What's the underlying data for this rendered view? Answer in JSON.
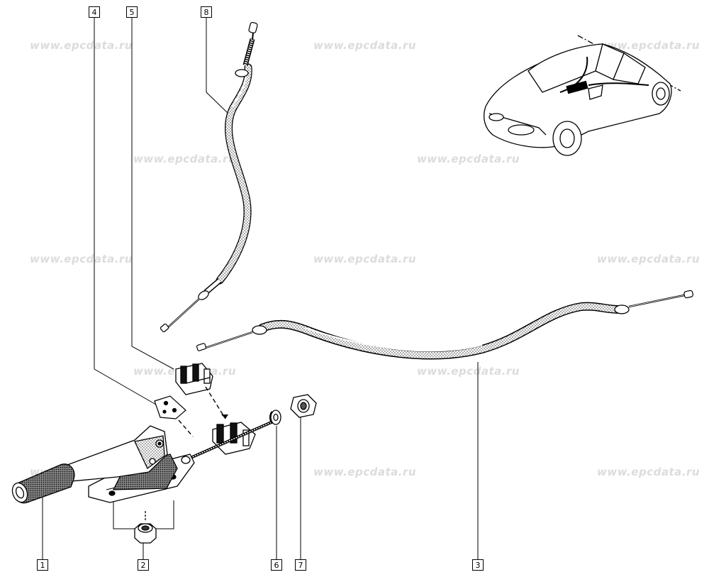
{
  "watermark": "www.epcdata.ru",
  "callouts": [
    {
      "label": "1"
    },
    {
      "label": "2"
    },
    {
      "label": "3"
    },
    {
      "label": "4"
    },
    {
      "label": "5"
    },
    {
      "label": "6"
    },
    {
      "label": "7"
    },
    {
      "label": "8"
    }
  ]
}
